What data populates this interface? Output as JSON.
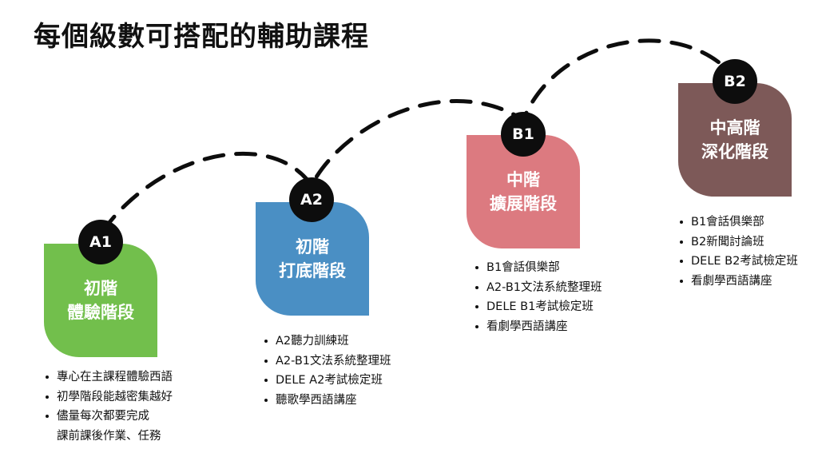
{
  "title": "每個級數可搭配的輔助課程",
  "stages": [
    {
      "badge": "A1",
      "line1": "初階",
      "line2": "體驗階段",
      "color": "#72bf4c",
      "notes": [
        "專心在主課程體驗西語",
        "初學階段能越密集越好",
        "儘量每次都要完成",
        "課前課後作業、任務"
      ]
    },
    {
      "badge": "A2",
      "line1": "初階",
      "line2": "打底階段",
      "color": "#4a8fc4",
      "notes": [
        "A2聽力訓練班",
        "A2-B1文法系統整理班",
        "DELE A2考試檢定班",
        "聽歌學西語講座"
      ]
    },
    {
      "badge": "B1",
      "line1": "中階",
      "line2": "擴展階段",
      "color": "#dc7a80",
      "notes": [
        "B1會話俱樂部",
        "A2-B1文法系統整理班",
        "DELE B1考試檢定班",
        "看劇學西語講座"
      ]
    },
    {
      "badge": "B2",
      "line1": "中高階",
      "line2": "深化階段",
      "color": "#7d5958",
      "notes": [
        "B1會話俱樂部",
        "B2新聞討論班",
        "DELE B2考試檢定班",
        "看劇學西語講座"
      ]
    }
  ]
}
